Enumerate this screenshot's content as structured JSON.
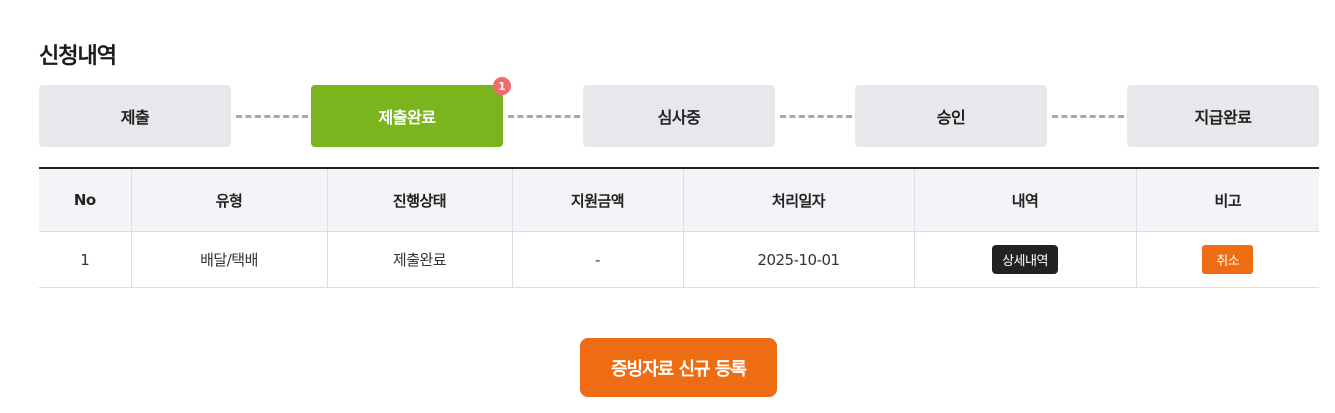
{
  "section_title": "신청내역",
  "steps": [
    {
      "label": "제출"
    },
    {
      "label": "제출완료",
      "badge": "1"
    },
    {
      "label": "심사중"
    },
    {
      "label": "승인"
    },
    {
      "label": "지급완료"
    }
  ],
  "table": {
    "headers": [
      "No",
      "유형",
      "진행상태",
      "지원금액",
      "처리일자",
      "내역",
      "비고"
    ],
    "rows": [
      {
        "no": "1",
        "type": "배달/택배",
        "status": "제출완료",
        "amount": "-",
        "date": "2025-10-01",
        "detail_label": "상세내역",
        "cancel_label": "취소"
      }
    ]
  },
  "register_button_label": "증빙자료 신규 등록",
  "colors": {
    "active_step": "#7ab51d",
    "badge": "#f06b6b",
    "accent_orange": "#ee6c12",
    "step_inactive": "#e8e8ec"
  }
}
